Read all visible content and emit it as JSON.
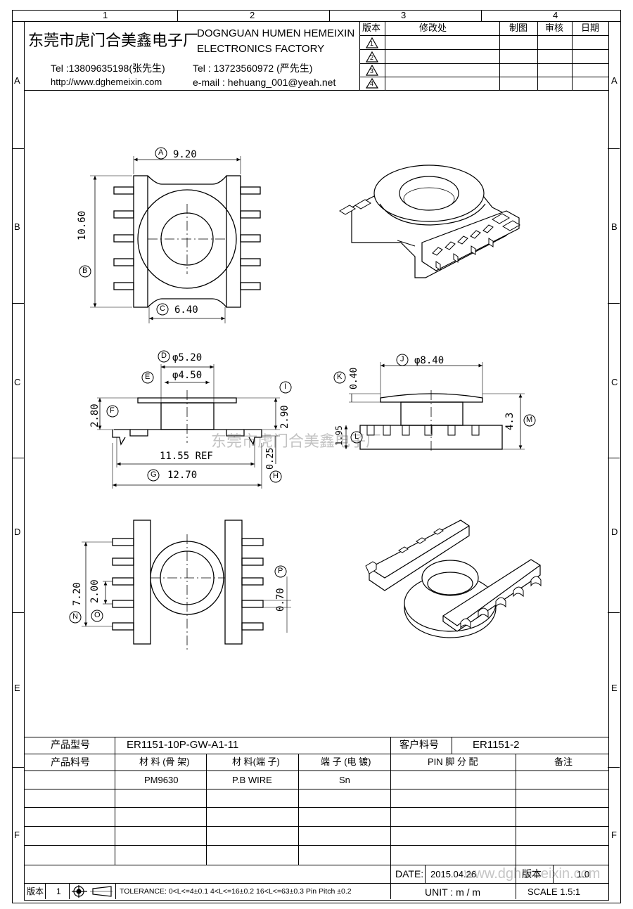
{
  "border": {
    "cols": [
      "1",
      "2",
      "3",
      "4"
    ],
    "rows": [
      "A",
      "B",
      "C",
      "D",
      "E",
      "F"
    ]
  },
  "header": {
    "company_cn": "东莞市虎门合美鑫电子厂",
    "company_en_1": "DOGNGUAN HUMEN HEMEIXIN",
    "company_en_2": "ELECTRONICS FACTORY",
    "tel1": "Tel :13809635198(张先生)",
    "tel2": "Tel : 13723560972 (严先生)",
    "website": "http://www.dghemeixin.com",
    "email": "e-mail : hehuang_001@yeah.net"
  },
  "revision_table": {
    "headers": [
      "版本",
      "修改处",
      "制图",
      "审核",
      "日期"
    ],
    "rows": [
      "1",
      "2",
      "3",
      "4"
    ]
  },
  "drawing": {
    "dims": {
      "A": "9.20",
      "B": "10.60",
      "C": "6.40",
      "D": "φ5.20",
      "E": "φ4.50",
      "F": "2.80",
      "I": "2.90",
      "H": "0.25",
      "ref": "11.55 REF",
      "G": "12.70",
      "J": "φ8.40",
      "K": "0.40",
      "L": "1.95",
      "M": "4.3",
      "N": "7.20",
      "O": "2.00",
      "P": "0.70"
    },
    "letters": [
      "A",
      "B",
      "C",
      "D",
      "E",
      "F",
      "G",
      "H",
      "I",
      "J",
      "K",
      "L",
      "M",
      "N",
      "O",
      "P"
    ],
    "watermark": "东莞市虎门合美鑫电子厂"
  },
  "title_block": {
    "product_model_label": "产品型号",
    "product_model": "ER1151-10P-GW-A1-11",
    "customer_pn_label": "客户料号",
    "customer_pn": "ER1151-2",
    "product_pn_label": "产品料号",
    "material_bobbin_label": "材 料 (骨 架)",
    "material_pin_label": "材 料(端 子)",
    "plating_label": "端 子 (电 镀)",
    "pin_assign_label": "PIN 脚 分 配",
    "remark_label": "备注",
    "material_bobbin": "PM9630",
    "material_pin": "P.B WIRE",
    "plating": "Sn",
    "date_label": "DATE:",
    "date": "2015.04.26",
    "version_label": "版本",
    "version": "1.0",
    "rev_label": "版本",
    "rev_value": "1",
    "tolerance": "TOLERANCE:  0<L<=4±0.1  4<L<=16±0.2  16<L<=63±0.3  Pin Pitch  ±0.2",
    "unit": "UNIT  :  m / m",
    "scale": "SCALE  1.5:1",
    "watermark_url": "www.dghemeixin.com"
  }
}
